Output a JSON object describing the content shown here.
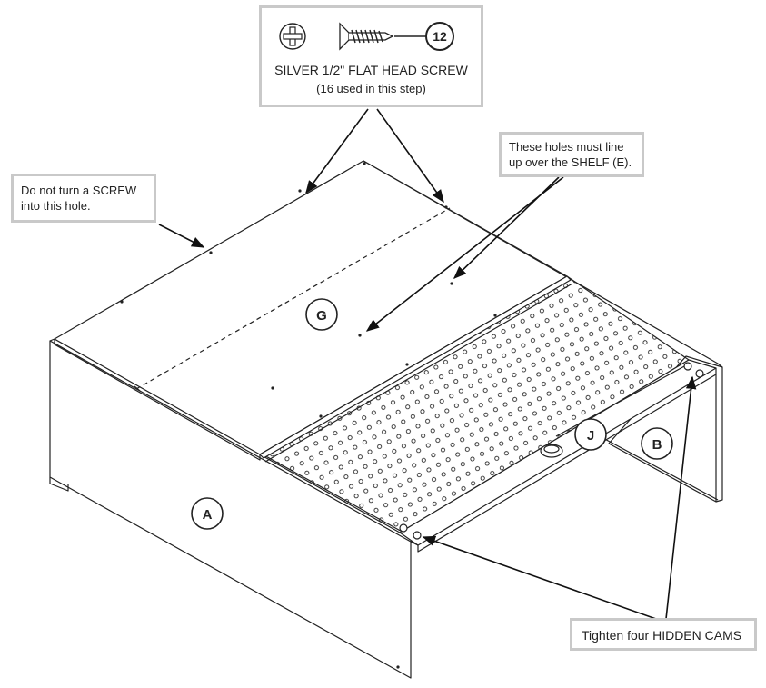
{
  "hardware": {
    "name": "SILVER 1/2\" FLAT HEAD SCREW",
    "usage": "(16 used in this step)",
    "quantity": "12",
    "icons": [
      "phillips-head-icon",
      "flat-head-screw-icon"
    ]
  },
  "notes": {
    "screw_hole": [
      "Do not turn a SCREW",
      "into this hole."
    ],
    "holes_align": [
      "These holes must line",
      "up over the SHELF (E)."
    ],
    "hidden_cams": "Tighten four HIDDEN CAMS"
  },
  "parts": {
    "A": "A",
    "B": "B",
    "G": "G",
    "J": "J"
  }
}
